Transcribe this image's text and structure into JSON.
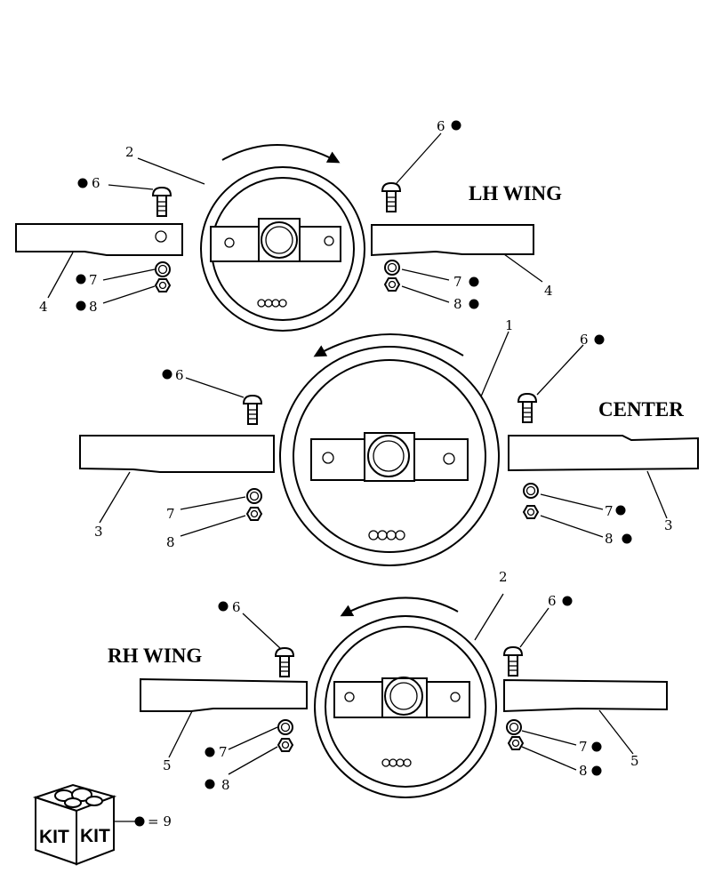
{
  "labels": {
    "lh_wing": "LH WING",
    "center": "CENTER",
    "rh_wing": "RH WING"
  },
  "callouts": {
    "c1": "1",
    "c2": "2",
    "c3": "3",
    "c4": "4",
    "c5": "5",
    "c6": "6",
    "c7": "7",
    "c8": "8"
  },
  "kit": {
    "text": "KIT",
    "equals": "= 9"
  },
  "colors": {
    "line": "#000000",
    "background": "#ffffff"
  }
}
